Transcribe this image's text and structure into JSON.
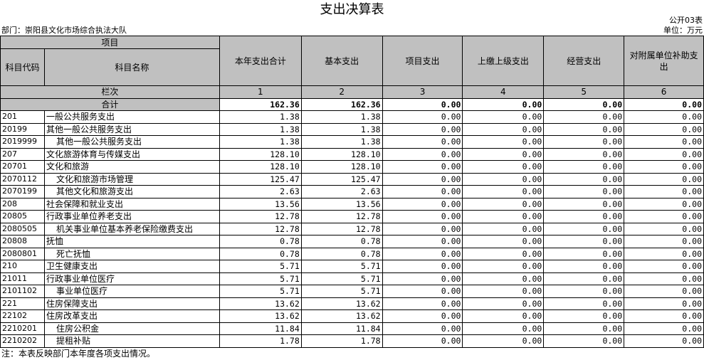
{
  "title": "支出决算表",
  "form_code": "公开03表",
  "department": "部门：崇阳县文化市场综合执法大队",
  "unit": "单位：万元",
  "header": {
    "item": "项目",
    "code": "科目代码",
    "name": "科目名称",
    "columns": [
      "本年支出合计",
      "基本支出",
      "项目支出",
      "上缴上级支出",
      "经营支出",
      "对附属单位补助支出"
    ],
    "lanci": "栏次",
    "lanci_numbers": [
      "1",
      "2",
      "3",
      "4",
      "5",
      "6"
    ]
  },
  "total": {
    "label": "合计",
    "values": [
      "162.36",
      "162.36",
      "0.00",
      "0.00",
      "0.00",
      "0.00"
    ]
  },
  "rows": [
    {
      "code": "201",
      "name": "一般公共服务支出",
      "indent": 0,
      "values": [
        "1.38",
        "1.38",
        "0.00",
        "0.00",
        "0.00",
        "0.00"
      ]
    },
    {
      "code": "20199",
      "name": "其他一般公共服务支出",
      "indent": 0,
      "values": [
        "1.38",
        "1.38",
        "0.00",
        "0.00",
        "0.00",
        "0.00"
      ]
    },
    {
      "code": "2019999",
      "name": "其他一般公共服务支出",
      "indent": 1,
      "values": [
        "1.38",
        "1.38",
        "0.00",
        "0.00",
        "0.00",
        "0.00"
      ]
    },
    {
      "code": "207",
      "name": "文化旅游体育与传媒支出",
      "indent": 0,
      "values": [
        "128.10",
        "128.10",
        "0.00",
        "0.00",
        "0.00",
        "0.00"
      ]
    },
    {
      "code": "20701",
      "name": "文化和旅游",
      "indent": 0,
      "values": [
        "128.10",
        "128.10",
        "0.00",
        "0.00",
        "0.00",
        "0.00"
      ]
    },
    {
      "code": "2070112",
      "name": "文化和旅游市场管理",
      "indent": 1,
      "values": [
        "125.47",
        "125.47",
        "0.00",
        "0.00",
        "0.00",
        "0.00"
      ]
    },
    {
      "code": "2070199",
      "name": "其他文化和旅游支出",
      "indent": 1,
      "values": [
        "2.63",
        "2.63",
        "0.00",
        "0.00",
        "0.00",
        "0.00"
      ]
    },
    {
      "code": "208",
      "name": "社会保障和就业支出",
      "indent": 0,
      "values": [
        "13.56",
        "13.56",
        "0.00",
        "0.00",
        "0.00",
        "0.00"
      ]
    },
    {
      "code": "20805",
      "name": "行政事业单位养老支出",
      "indent": 0,
      "values": [
        "12.78",
        "12.78",
        "0.00",
        "0.00",
        "0.00",
        "0.00"
      ]
    },
    {
      "code": "2080505",
      "name": "机关事业单位基本养老保险缴费支出",
      "indent": 1,
      "values": [
        "12.78",
        "12.78",
        "0.00",
        "0.00",
        "0.00",
        "0.00"
      ]
    },
    {
      "code": "20808",
      "name": "抚恤",
      "indent": 0,
      "values": [
        "0.78",
        "0.78",
        "0.00",
        "0.00",
        "0.00",
        "0.00"
      ]
    },
    {
      "code": "2080801",
      "name": "死亡抚恤",
      "indent": 1,
      "values": [
        "0.78",
        "0.78",
        "0.00",
        "0.00",
        "0.00",
        "0.00"
      ]
    },
    {
      "code": "210",
      "name": "卫生健康支出",
      "indent": 0,
      "values": [
        "5.71",
        "5.71",
        "0.00",
        "0.00",
        "0.00",
        "0.00"
      ]
    },
    {
      "code": "21011",
      "name": "行政事业单位医疗",
      "indent": 0,
      "values": [
        "5.71",
        "5.71",
        "0.00",
        "0.00",
        "0.00",
        "0.00"
      ]
    },
    {
      "code": "2101102",
      "name": "事业单位医疗",
      "indent": 1,
      "values": [
        "5.71",
        "5.71",
        "0.00",
        "0.00",
        "0.00",
        "0.00"
      ]
    },
    {
      "code": "221",
      "name": "住房保障支出",
      "indent": 0,
      "values": [
        "13.62",
        "13.62",
        "0.00",
        "0.00",
        "0.00",
        "0.00"
      ]
    },
    {
      "code": "22102",
      "name": "住房改革支出",
      "indent": 0,
      "values": [
        "13.62",
        "13.62",
        "0.00",
        "0.00",
        "0.00",
        "0.00"
      ]
    },
    {
      "code": "2210201",
      "name": "住房公积金",
      "indent": 1,
      "values": [
        "11.84",
        "11.84",
        "0.00",
        "0.00",
        "0.00",
        "0.00"
      ]
    },
    {
      "code": "2210202",
      "name": "提租补贴",
      "indent": 1,
      "values": [
        "1.78",
        "1.78",
        "0.00",
        "0.00",
        "0.00",
        "0.00"
      ]
    }
  ],
  "note": "注：本表反映部门本年度各项支出情况。"
}
